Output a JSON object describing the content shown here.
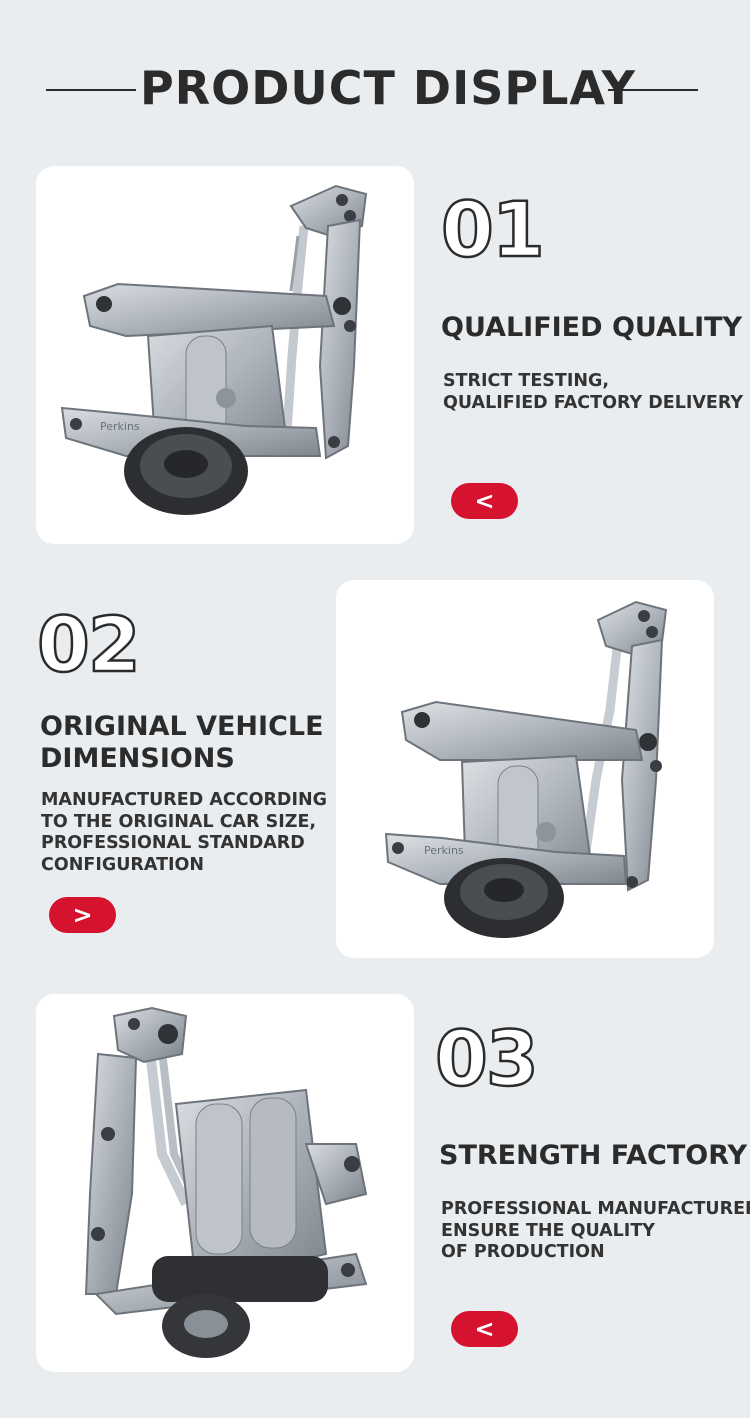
{
  "header": {
    "title": "PRODUCT DISPLAY"
  },
  "sections": [
    {
      "number": "01",
      "title_lines": [
        "QUALIFIED QUALITY"
      ],
      "desc_lines": [
        "STRICT TESTING,",
        "QUALIFIED FACTORY DELIVERY"
      ],
      "button_glyph": "<",
      "button_icon": "chevron-left-icon"
    },
    {
      "number": "02",
      "title_lines": [
        "ORIGINAL VEHICLE",
        "DIMENSIONS"
      ],
      "desc_lines": [
        "MANUFACTURED ACCORDING",
        "TO THE ORIGINAL CAR SIZE,",
        "PROFESSIONAL STANDARD",
        "CONFIGURATION"
      ],
      "button_glyph": ">",
      "button_icon": "chevron-right-icon"
    },
    {
      "number": "03",
      "title_lines": [
        "STRENGTH FACTORY"
      ],
      "desc_lines": [
        "PROFESSIONAL MANUFACTURERS",
        "ENSURE THE QUALITY",
        "OF PRODUCTION"
      ],
      "button_glyph": "<",
      "button_icon": "chevron-left-icon"
    }
  ],
  "images": {
    "brand_text": "Perkins"
  },
  "colors": {
    "accent": "#d5132f",
    "background": "#e9edf0",
    "text": "#2b2b2b"
  }
}
